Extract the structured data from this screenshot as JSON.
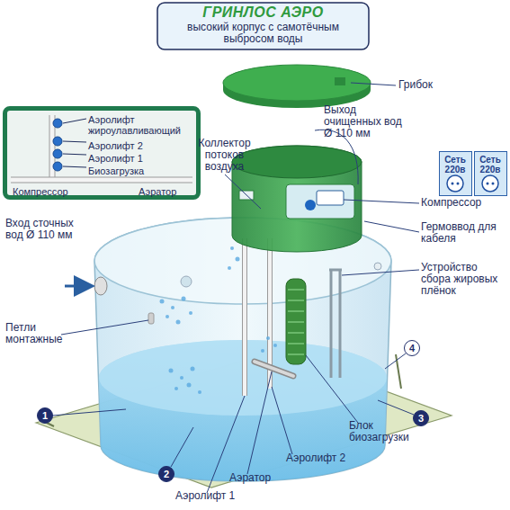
{
  "diagram": {
    "title": "ГРИНЛОС АЭРО",
    "nodes": [
      {
        "text": [
          "Аэролифт жироулавливающий",
          "Аэролифт 2",
          "Аэролифт 1",
          "Биозагрузка",
          "Компрессор",
          "Аэратор"
        ]
      },
      {
        "text": [
          "Сеть 220в"
        ]
      },
      {
        "text": [
          "Сеть 220в"
        ]
      },
      {
        "text": [
          "1"
        ]
      },
      {
        "text": [
          "2"
        ]
      },
      {
        "text": [
          "3"
        ]
      },
      {
        "text": [
          "4"
        ]
      }
    ],
    "labels": [
      "высокий корпус с самотёчным выбросом воды",
      "Грибок",
      "Выход очищенных вод Ø 110 мм",
      "Коллектор потоков воздуха",
      "Компрессор",
      "Гермоввод для кабеля",
      "Вход сточных вод Ø 110 мм",
      "Устройство сбора жировых плёнок",
      "Петли монтажные",
      "Блок биозагрузки",
      "Аэролифт 2",
      "Аэратор",
      "Аэролифт 1"
    ]
  }
}
